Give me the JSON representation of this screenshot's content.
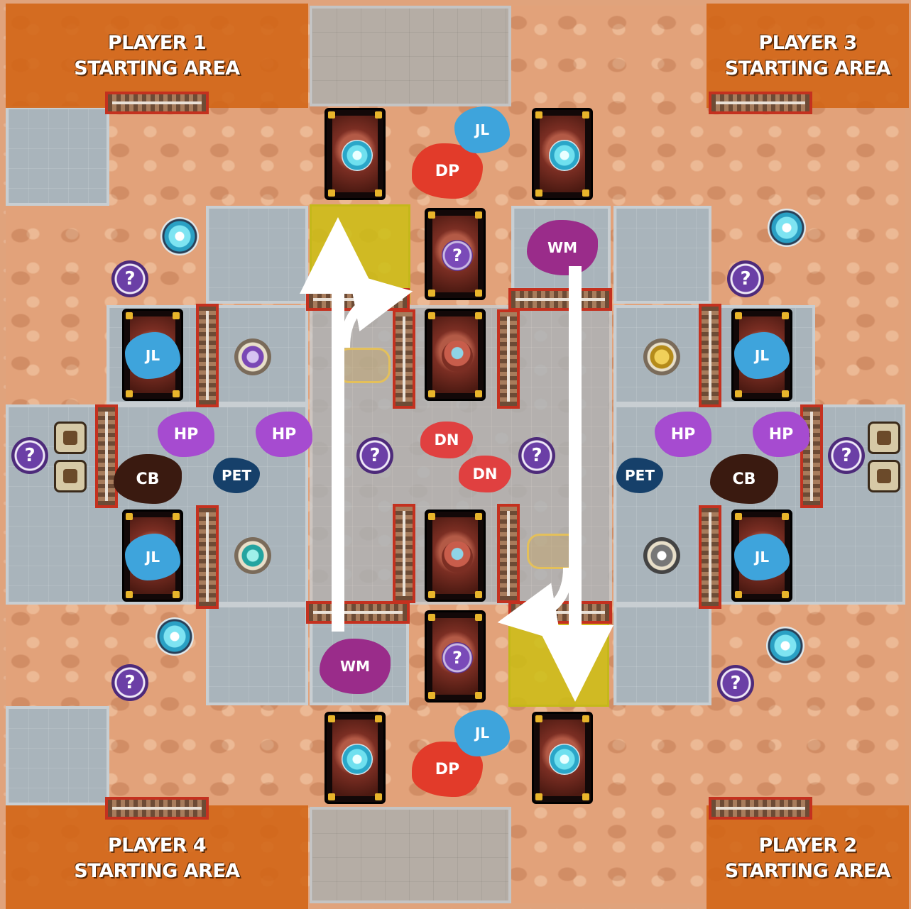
{
  "starting_areas": {
    "p1": {
      "line1": "PLAYER 1",
      "line2": "STARTING AREA"
    },
    "p2": {
      "line1": "PLAYER 2",
      "line2": "STARTING AREA"
    },
    "p3": {
      "line1": "PLAYER 3",
      "line2": "STARTING AREA"
    },
    "p4": {
      "line1": "PLAYER 4",
      "line2": "STARTING AREA"
    }
  },
  "figures": {
    "dp": "DP",
    "jl": "JL",
    "wm": "WM",
    "hp": "HP",
    "cb": "CB",
    "pet": "PET",
    "dn": "DN"
  },
  "tokens": {
    "question": "?"
  },
  "colors": {
    "starting_area": "#d2641a",
    "door_frame": "#c4311f",
    "highlight": "#cdbe14",
    "dp": "#e23b2a",
    "jl": "#3ea4dc",
    "wm": "#9a2c8a",
    "hp": "#a64bd0",
    "cb": "#3a1a10",
    "pet": "#16406a",
    "dn": "#e04040"
  },
  "icons": [
    "portal-token-icon",
    "question-token-icon",
    "skull-card-icon",
    "arrow-icon"
  ]
}
